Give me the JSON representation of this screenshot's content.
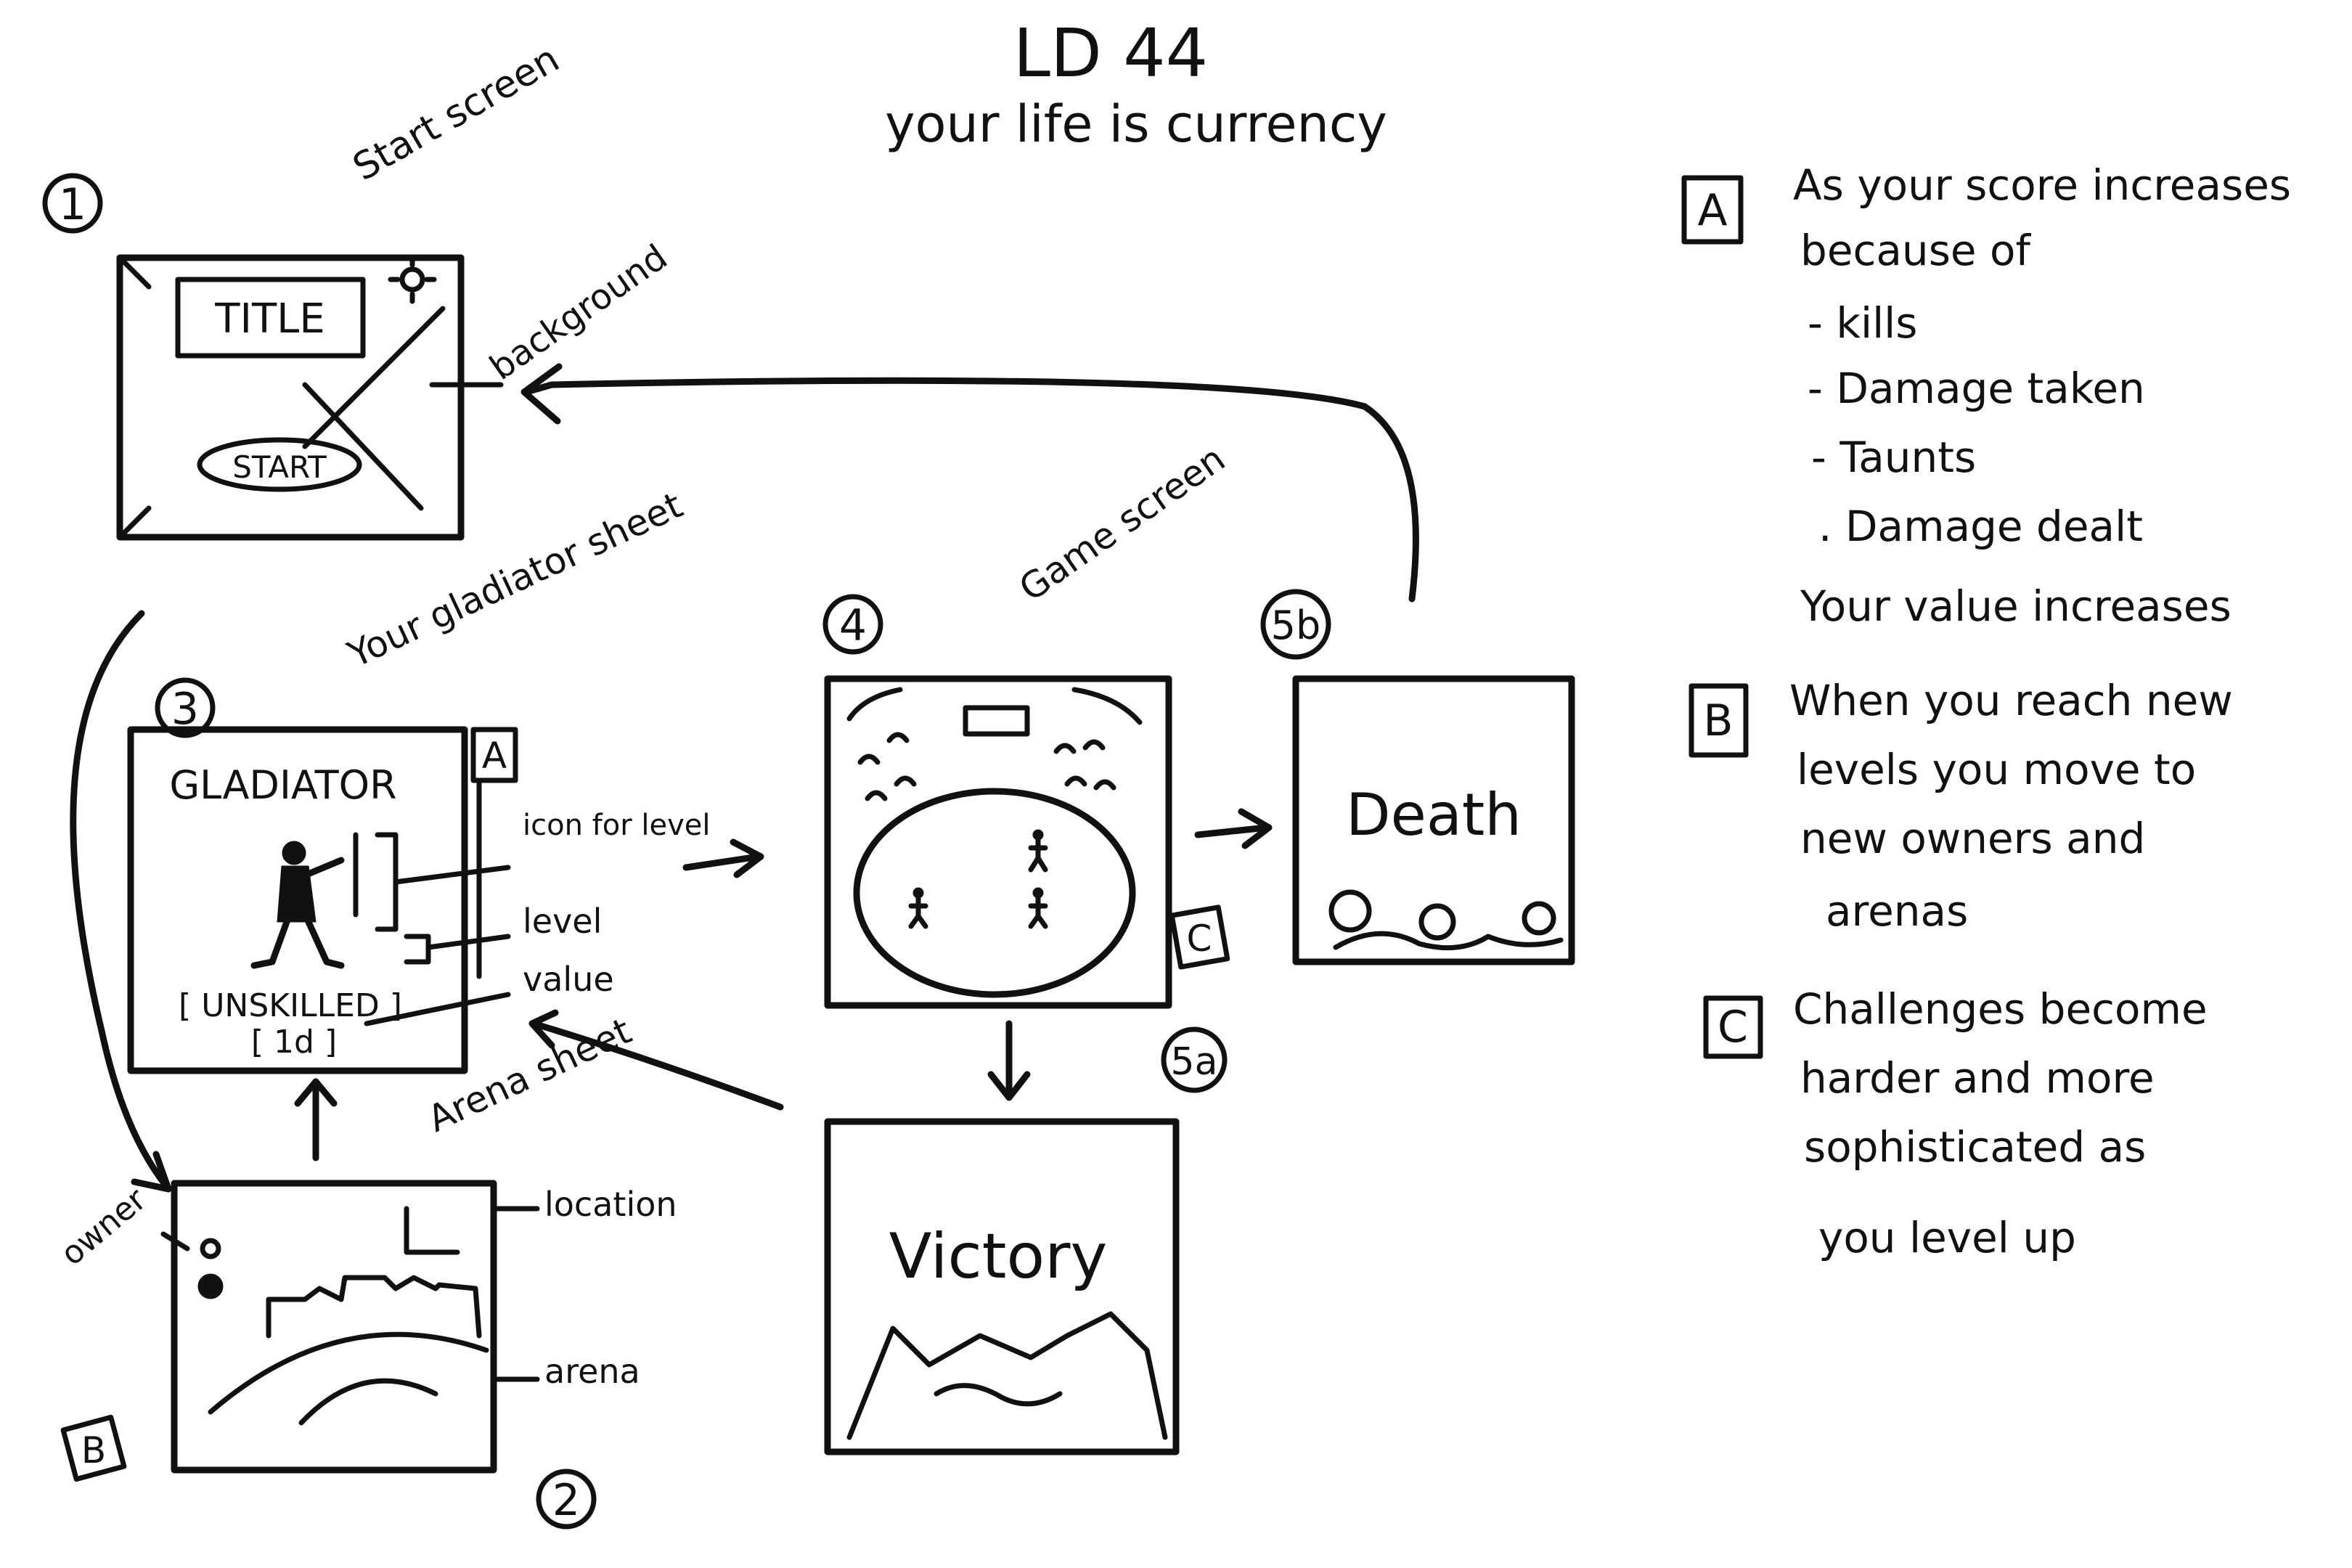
{
  "header": {
    "title": "LD 44",
    "subtitle": "your life is currency"
  },
  "screens": {
    "start": {
      "number": "1",
      "label": "Start screen",
      "title_box": "TITLE",
      "start_button": "START",
      "background_label": "background"
    },
    "arena_sheet": {
      "number": "2",
      "label": "Arena sheet",
      "owner_label": "owner",
      "location_label": "location",
      "arena_label": "arena",
      "note_ref": "B"
    },
    "gladiator_sheet": {
      "number": "3",
      "label": "Your gladiator sheet",
      "heading": "GLADIATOR",
      "skill": "[ UNSKILLED ]",
      "value": "[ 1d ]",
      "note_ref": "A",
      "icon_label": "icon for level",
      "level_label": "level",
      "value_label": "value"
    },
    "game": {
      "number": "4",
      "label": "Game screen",
      "note_ref": "C"
    },
    "victory": {
      "number": "5a",
      "text": "Victory"
    },
    "death": {
      "number": "5b",
      "text": "Death"
    }
  },
  "notes": [
    {
      "ref": "A",
      "lines": [
        "As your score increases",
        "because of",
        "- kills",
        "- Damage taken",
        "- Taunts",
        ". Damage dealt",
        "Your value increases"
      ]
    },
    {
      "ref": "B",
      "lines": [
        "When you reach new",
        "levels you move to",
        "new owners and",
        "arenas"
      ]
    },
    {
      "ref": "C",
      "lines": [
        "Challenges become",
        "harder and more",
        "sophisticated as",
        "you level up"
      ]
    }
  ]
}
